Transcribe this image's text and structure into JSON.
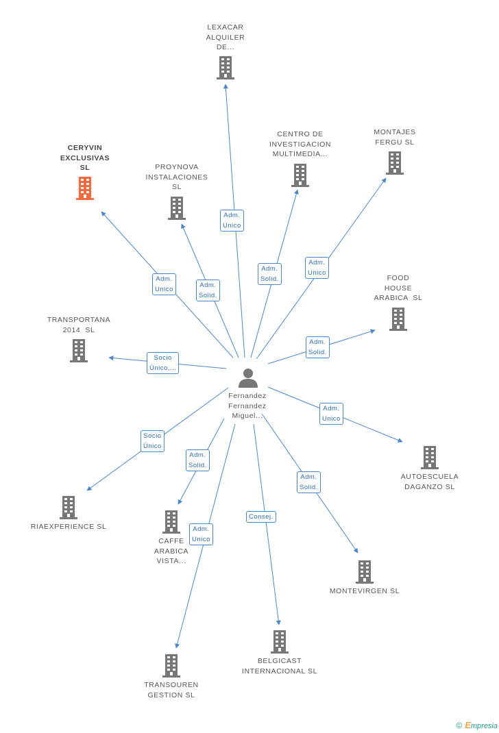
{
  "center": {
    "name": "Fernandez\nFernandez\nMiguel..."
  },
  "nodes": {
    "lexacar": "LEXACAR\nALQUILER\nDE...",
    "ceryvin": "CERYVIN\nEXCLUSIVAS\nSL",
    "proynova": "PROYNOVA\nINSTALACIONES\nSL",
    "centro": "CENTRO DE\nINVESTIGACION\nMULTIMEDIA...",
    "montajes": "MONTAJES\nFERGU SL",
    "food": "FOOD\nHOUSE\nARABICA  SL",
    "transportana": "TRANSPORTANA\n2014  SL",
    "autoescuela": "AUTOESCUELA\nDAGANZO SL",
    "riaexperience": "RIAEXPERIENCE SL",
    "caffe": "CAFFE\nARABICA\nVISTA...",
    "montevirgen": "MONTEVIRGEN SL",
    "belgicast": "BELGICAST\nINTERNACIONAL SL",
    "transouren": "TRANSOUREN\nGESTION SL"
  },
  "edges": {
    "lexacar": "Adm.\nUnico",
    "ceryvin": "Adm.\nUnico",
    "proynova": "Adm.\nSolid.",
    "centro": "Adm.\nSolid.",
    "montajes": "Adm.\nUnico",
    "food": "Adm.\nSolid.",
    "transportana": "Socio\nÚnico,...",
    "autoescuela": "Adm.\nUnico",
    "riaexperience": "Socio\nÚnico",
    "caffe": "Adm.\nSolid.",
    "montevirgen": "Adm.\nSolid.",
    "belgicast": "Consej.",
    "transouren": "Adm.\nUnico"
  },
  "colors": {
    "edge": "#4a86c8",
    "building": "#777777",
    "highlight": "#f26a3d"
  },
  "brand": {
    "copyright": "©",
    "name": "mpresia",
    "initial": "E"
  }
}
